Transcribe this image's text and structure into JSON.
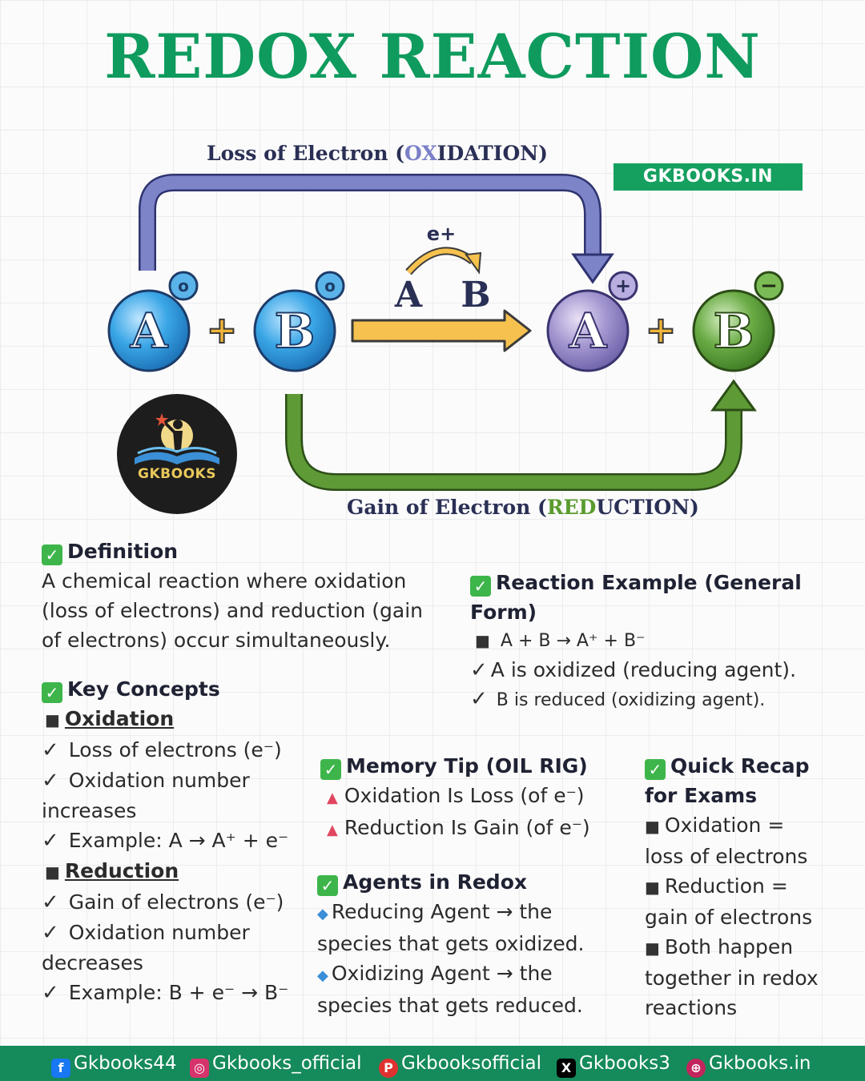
{
  "title": "REDOX REACTION",
  "site_badge": "GKBOOKS.IN",
  "logo_text": "GKBOOKS",
  "diagram": {
    "loss_prefix": "Loss of Electron (",
    "loss_highlight": "OX",
    "loss_rest": "IDATION)",
    "gain_prefix": "Gain of Electron (",
    "gain_highlight": "RED",
    "gain_rest": "UCTION)",
    "atom_a": "A",
    "atom_b": "B",
    "charge_zero": "o",
    "charge_plus": "+",
    "charge_minus": "−",
    "plus": "+",
    "electron": "e+",
    "transfer_a": "A",
    "transfer_b": "B",
    "colors": {
      "oxidation_arrow": "#7e84c8",
      "reduction_arrow": "#5e9a35",
      "reaction_arrow": "#f6c14e",
      "atom_blue": "#2d9bde",
      "atom_purple": "#9a8fc9",
      "atom_green": "#5c9e3a"
    }
  },
  "definition": {
    "heading": "Definition",
    "lines": [
      " A chemical reaction where oxidation",
      "(loss of electrons) and reduction (gain",
      "of electrons) occur simultaneously."
    ]
  },
  "reaction_example": {
    "heading_line1": "Reaction Example (General",
    "heading_line2": "Form)",
    "equation": " A + B → A⁺ + B⁻",
    "line1": "A is oxidized (reducing agent).",
    "line2": " B is reduced (oxidizing agent)."
  },
  "key_concepts": {
    "heading": "Key Concepts",
    "oxidation_title": "Oxidation",
    "ox_1": " Loss of electrons (e⁻)",
    "ox_2a": " Oxidation number",
    "ox_2b": "increases",
    "ox_3": " Example: A → A⁺ + e⁻",
    "reduction_title": "Reduction",
    "red_1": " Gain of electrons (e⁻)",
    "red_2a": " Oxidation number",
    "red_2b": "decreases",
    "red_3": " Example: B + e⁻ → B⁻"
  },
  "memory_tip": {
    "heading": "Memory Tip (OIL RIG)",
    "line1": "Oxidation Is Loss (of e⁻)",
    "line2": "Reduction Is Gain (of e⁻)"
  },
  "agents": {
    "heading": "Agents in Redox",
    "l1a": "Reducing Agent → the",
    "l1b": "species that gets oxidized.",
    "l2a": "Oxidizing Agent → the",
    "l2b": "species that gets reduced."
  },
  "recap": {
    "heading1": "Quick Recap",
    "heading2": "for Exams",
    "l1a": "Oxidation =",
    "l1b": "loss of electrons",
    "l2a": "Reduction =",
    "l2b": "gain of electrons",
    "l3a": "Both happen",
    "l3b": "together in redox",
    "l3c": "reactions"
  },
  "footer": {
    "facebook": "Gkbooks44",
    "instagram": "Gkbooks_official",
    "pinterest": "Gkbooksofficial",
    "x": "Gkbooks3",
    "web": "Gkbooks.in"
  }
}
